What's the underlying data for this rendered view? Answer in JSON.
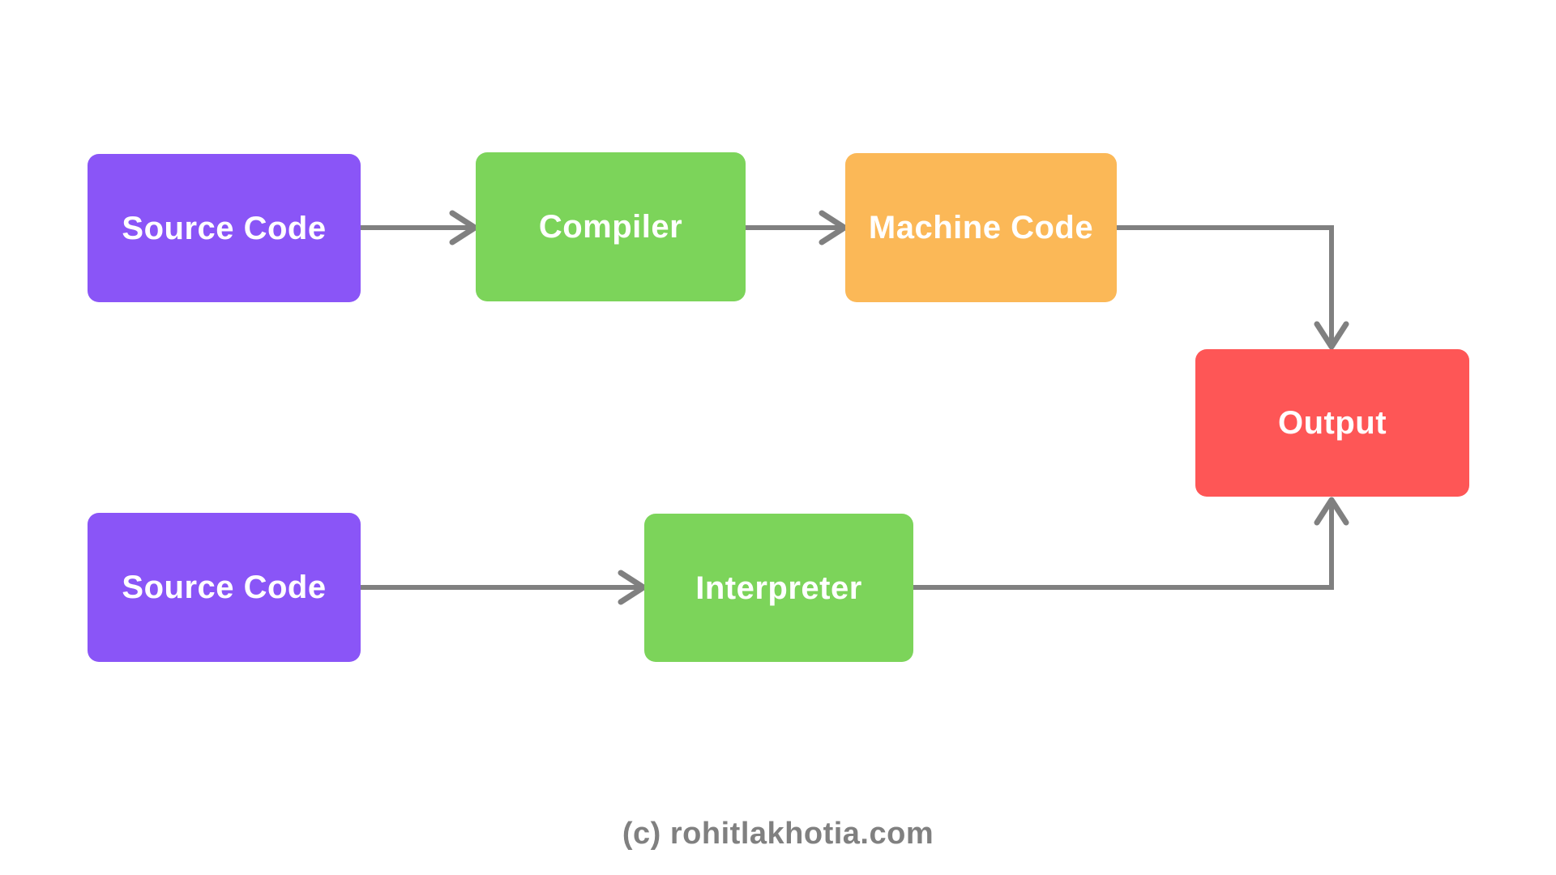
{
  "canvas": {
    "background": "#ffffff",
    "arrow_color": "#808080"
  },
  "nodes": {
    "source_top": {
      "id": "source-code-top",
      "label": "Source Code",
      "color": "#8A55F7",
      "text_color": "#ffffff"
    },
    "compiler": {
      "id": "compiler",
      "label": "Compiler",
      "color": "#7CD45A",
      "text_color": "#ffffff"
    },
    "machine_code": {
      "id": "machine-code",
      "label": "Machine Code",
      "color": "#FBB857",
      "text_color": "#ffffff"
    },
    "output": {
      "id": "output",
      "label": "Output",
      "color": "#FE5656",
      "text_color": "#ffffff"
    },
    "source_bottom": {
      "id": "source-code-bottom",
      "label": "Source Code",
      "color": "#8A55F7",
      "text_color": "#ffffff"
    },
    "interpreter": {
      "id": "interpreter",
      "label": "Interpreter",
      "color": "#7CD45A",
      "text_color": "#ffffff"
    }
  },
  "edges": [
    {
      "from": "source-code-top",
      "to": "compiler"
    },
    {
      "from": "compiler",
      "to": "machine-code"
    },
    {
      "from": "machine-code",
      "to": "output"
    },
    {
      "from": "source-code-bottom",
      "to": "interpreter"
    },
    {
      "from": "interpreter",
      "to": "output"
    }
  ],
  "footer": {
    "credit": "(c) rohitlakhotia.com",
    "color": "#808080"
  }
}
